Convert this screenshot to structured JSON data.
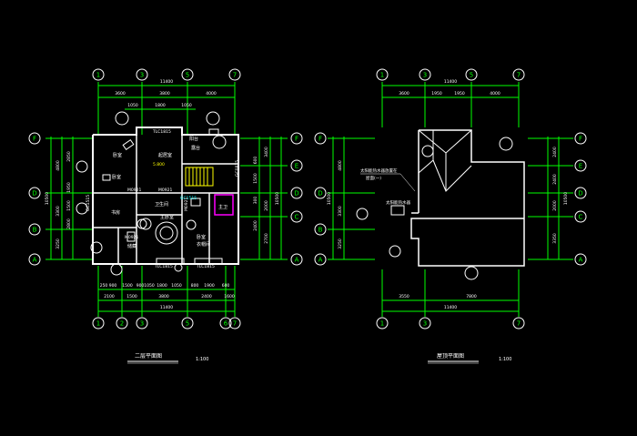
{
  "drawing": {
    "colors": {
      "background": "#000000",
      "dimension": "#00ff00",
      "axis_bubble": "#ffffff",
      "wall": "#ffffff",
      "axis_label": "#00ff00",
      "room_text": "#ffffff",
      "door": "#00ffff",
      "stair": "#ffff00",
      "fixture": "#ff00ff",
      "window_label": "#00ffff",
      "title": "#ffffff"
    },
    "left_plan": {
      "title": "二层平面图",
      "scale": "1:100",
      "top_axes": [
        "1",
        "3",
        "5",
        "7"
      ],
      "bottom_axes": [
        "1",
        "2",
        "3",
        "5",
        "6",
        "7"
      ],
      "side_axes": [
        "F",
        "E",
        "D",
        "C",
        "B",
        "A"
      ],
      "top_total": "11400",
      "top_dims": [
        "3600",
        "3800",
        "4000"
      ],
      "top_sub_dims": [
        "1050",
        "1800",
        "1050"
      ],
      "bottom_total": "11400",
      "bottom_dims": [
        "2100",
        "1500",
        "3800",
        "2400",
        "1600"
      ],
      "bottom_sub_dims": [
        "250",
        "900",
        "1500",
        "900",
        "1050",
        "1800",
        "1050",
        "800",
        "1900",
        "600"
      ],
      "left_total": "10500",
      "left_dims": [
        "4800",
        "3300",
        "3250"
      ],
      "left_sub_dims": [
        "2850",
        "1950",
        "1500",
        "2800"
      ],
      "right_total": "10500",
      "right_dims": [
        "3400",
        "2000",
        "2700"
      ],
      "right_sub_dims": [
        "600",
        "1500",
        "300",
        "2400"
      ],
      "rooms": [
        {
          "label": "卧室",
          "elev": "5.800"
        },
        {
          "label": "起居室"
        },
        {
          "label": "阳台"
        },
        {
          "label": "书房"
        },
        {
          "label": "卫生间"
        },
        {
          "label": "主卧室"
        },
        {
          "label": "卧室"
        },
        {
          "label": "主卫"
        },
        {
          "label": "储藏"
        },
        {
          "label": "衣帽间"
        },
        {
          "label": "卧室"
        },
        {
          "label": "露台"
        }
      ],
      "windows": [
        "TLC1815",
        "TLC1815",
        "TLC1815",
        "M0921",
        "M0921",
        "M0921",
        "GC1515",
        "GC1515",
        "M0921",
        "GC0815"
      ]
    },
    "right_plan": {
      "title": "屋顶平面图",
      "scale": "1:100",
      "top_axes": [
        "1",
        "3",
        "5",
        "7"
      ],
      "bottom_axes": [
        "1",
        "3",
        "7"
      ],
      "side_axes": [
        "F",
        "E",
        "D",
        "C",
        "B",
        "A"
      ],
      "top_total": "11400",
      "top_dims": [
        "3600",
        "1950",
        "1950",
        "4000"
      ],
      "bottom_total": "11400",
      "bottom_dims": [
        "3550",
        "7800"
      ],
      "left_total": "10500",
      "left_dims": [
        "4800",
        "3300",
        "3250"
      ],
      "right_total": "10500",
      "right_dims": [
        "2400",
        "2400",
        "2000",
        "3350"
      ],
      "note_lines": [
        "太阳能热水器放置在",
        "屋面(一)"
      ],
      "note_small": "太阳能热水器"
    }
  }
}
